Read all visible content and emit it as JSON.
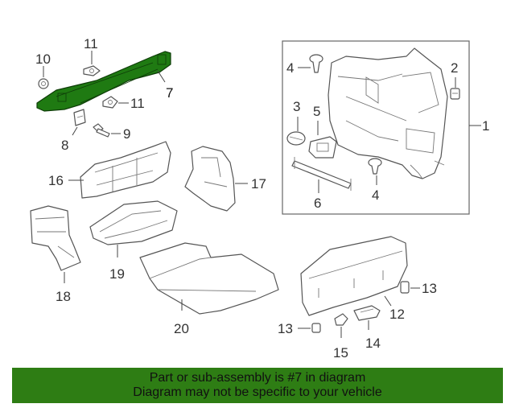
{
  "callouts": {
    "c1": "1",
    "c2": "2",
    "c3": "3",
    "c4a": "4",
    "c4b": "4",
    "c5": "5",
    "c6": "6",
    "c7": "7",
    "c8": "8",
    "c9": "9",
    "c10": "10",
    "c11a": "11",
    "c11b": "11",
    "c12": "12",
    "c13a": "13",
    "c13b": "13",
    "c14": "14",
    "c15": "15",
    "c16": "16",
    "c17": "17",
    "c18": "18",
    "c19": "19",
    "c20": "20"
  },
  "highlighted_part": "7",
  "colors": {
    "highlight": "#1f7a12",
    "banner_bg": "#2e7d14",
    "line": "#555555"
  },
  "banner": {
    "line1": "Part or sub-assembly is #7 in diagram",
    "line2": "Diagram may not be specific to your vehicle"
  }
}
